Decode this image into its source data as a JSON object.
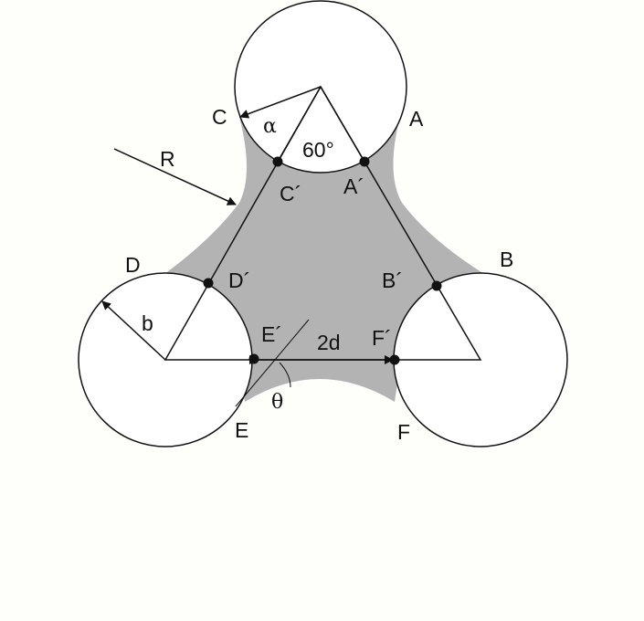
{
  "colors": {
    "background": "#fefefa",
    "shaded_region": "#b3b3b3",
    "stroke": "#111111",
    "circle_fill": "#ffffff"
  },
  "labels": {
    "A": "A",
    "B": "B",
    "C": "C",
    "D": "D",
    "E": "E",
    "F": "F",
    "A_prime": "A´",
    "B_prime": "B´",
    "C_prime": "C´",
    "D_prime": "D´",
    "E_prime": "E´",
    "F_prime": "F´",
    "R": "R",
    "b": "b",
    "alpha": "α",
    "theta": "θ",
    "angle_60": "60°",
    "two_d": "2d"
  }
}
